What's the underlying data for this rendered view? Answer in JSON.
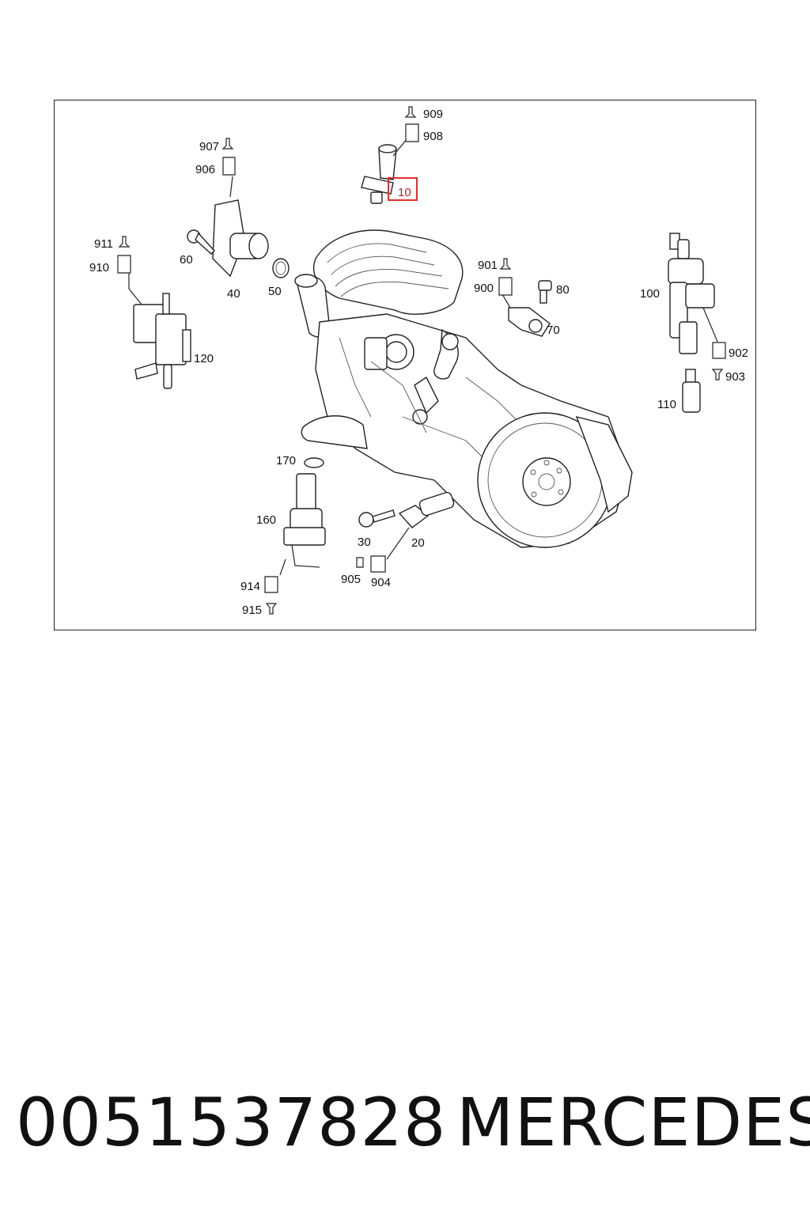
{
  "callouts": {
    "c909": "909",
    "c908": "908",
    "c10": "10",
    "c907": "907",
    "c906": "906",
    "c911": "911",
    "c910": "910",
    "c60": "60",
    "c40": "40",
    "c50": "50",
    "c901": "901",
    "c900": "900",
    "c80": "80",
    "c70": "70",
    "c100": "100",
    "c902": "902",
    "c903": "903",
    "c110": "110",
    "c120": "120",
    "c170": "170",
    "c160": "160",
    "c30": "30",
    "c20": "20",
    "c905": "905",
    "c904": "904",
    "c914": "914",
    "c915": "915"
  },
  "highlight": {
    "label": "10",
    "color": "#e03030"
  },
  "footer": {
    "part_number": "0051537828",
    "brand": "MERCEDES"
  }
}
